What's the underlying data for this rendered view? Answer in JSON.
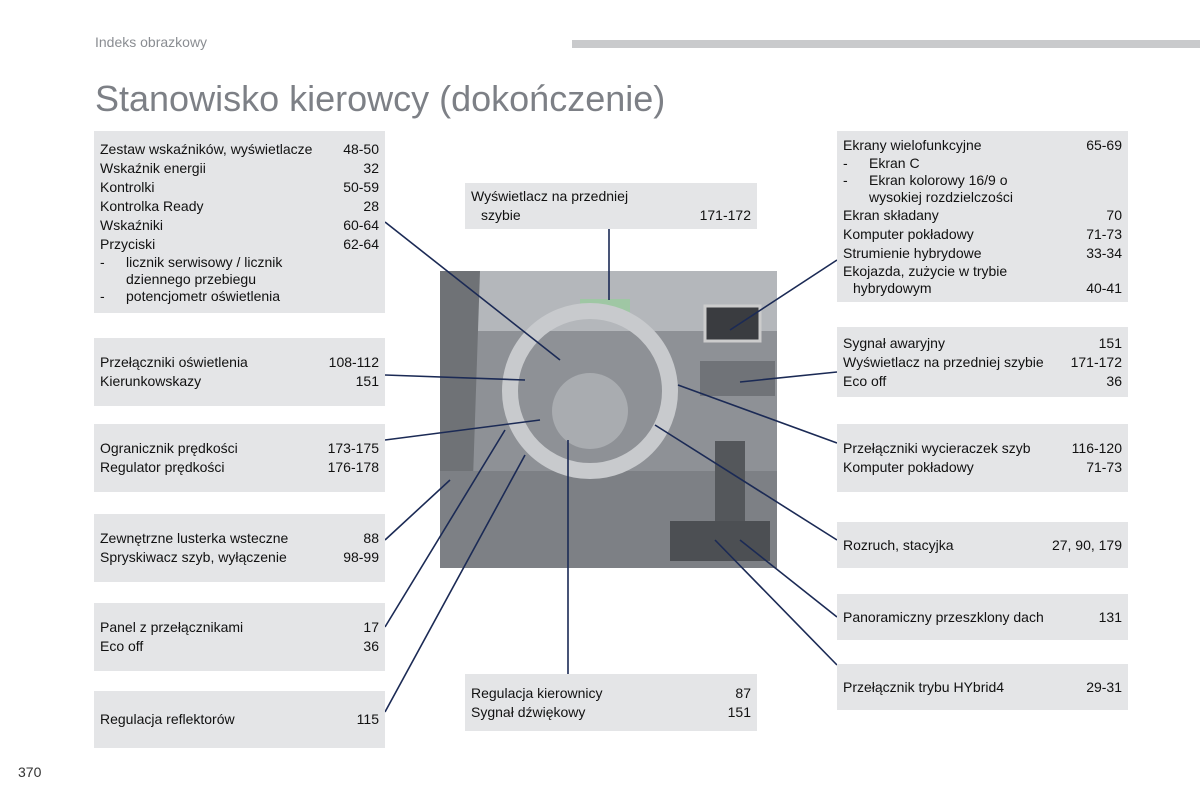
{
  "header": {
    "section": "Indeks obrazkowy",
    "title": "Stanowisko kierowcy (dokończenie)",
    "page_number": "370"
  },
  "left": [
    {
      "rows": [
        {
          "label": "Zestaw wskaźników, wyświetlacze",
          "page": "48-50"
        },
        {
          "label": "Wskaźnik energii",
          "page": "32"
        },
        {
          "label": "Kontrolki",
          "page": "50-59"
        },
        {
          "label": "Kontrolka Ready",
          "page": "28"
        },
        {
          "label": "Wskaźniki",
          "page": "60-64"
        },
        {
          "label": "Przyciski",
          "page": "62-64"
        }
      ],
      "subs": [
        "licznik serwisowy / licznik dziennego przebiegu",
        "potencjometr oświetlenia"
      ]
    },
    {
      "rows": [
        {
          "label": "Przełączniki oświetlenia",
          "page": "108-112"
        },
        {
          "label": "Kierunkowskazy",
          "page": "151"
        }
      ]
    },
    {
      "rows": [
        {
          "label": "Ogranicznik prędkości",
          "page": "173-175"
        },
        {
          "label": "Regulator prędkości",
          "page": "176-178"
        }
      ]
    },
    {
      "rows": [
        {
          "label": "Zewnętrzne lusterka wsteczne",
          "page": "88"
        },
        {
          "label": "Spryskiwacz szyb, wyłączenie",
          "page": "98-99"
        }
      ]
    },
    {
      "rows": [
        {
          "label": "Panel z przełącznikami",
          "page": "17"
        },
        {
          "label": "Eco off",
          "page": "36"
        }
      ]
    },
    {
      "rows": [
        {
          "label": "Regulacja reflektorów",
          "page": "115"
        }
      ]
    }
  ],
  "center": {
    "top": {
      "line1": "Wyświetlacz na przedniej",
      "line2": "szybie",
      "page": "171-172"
    },
    "bottom": {
      "rows": [
        {
          "label": "Regulacja kierownicy",
          "page": "87"
        },
        {
          "label": "Sygnał dźwiękowy",
          "page": "151"
        }
      ]
    }
  },
  "right": [
    {
      "head": {
        "label": "Ekrany wielofunkcyjne",
        "page": "65-69"
      },
      "subs": [
        "Ekran C",
        "Ekran kolorowy 16/9 o wysokiej rozdzielczości"
      ],
      "rows": [
        {
          "label": "Ekran składany",
          "page": "70"
        },
        {
          "label": "Komputer pokładowy",
          "page": "71-73"
        },
        {
          "label": "Strumienie hybrydowe",
          "page": "33-34"
        }
      ],
      "last": {
        "line1": "Ekojazda, zużycie w trybie",
        "line2": "hybrydowym",
        "page": "40-41"
      }
    },
    {
      "rows": [
        {
          "label": "Sygnał awaryjny",
          "page": "151"
        },
        {
          "label": "Wyświetlacz na przedniej szybie",
          "page": "171-172"
        },
        {
          "label": "Eco off",
          "page": "36"
        }
      ]
    },
    {
      "rows": [
        {
          "label": "Przełączniki wycieraczek szyb",
          "page": "116-120"
        },
        {
          "label": "Komputer pokładowy",
          "page": "71-73"
        }
      ]
    },
    {
      "rows": [
        {
          "label": "Rozruch, stacyjka",
          "page": "27, 90, 179"
        }
      ]
    },
    {
      "rows": [
        {
          "label": "Panoramiczny przeszklony dach",
          "page": "131"
        }
      ]
    },
    {
      "rows": [
        {
          "label": "Przełącznik trybu HYbrid4",
          "page": "29-31"
        }
      ]
    }
  ],
  "colors": {
    "box": "#e4e5e7",
    "leader": "#1b2a55",
    "title": "#7d8086"
  }
}
